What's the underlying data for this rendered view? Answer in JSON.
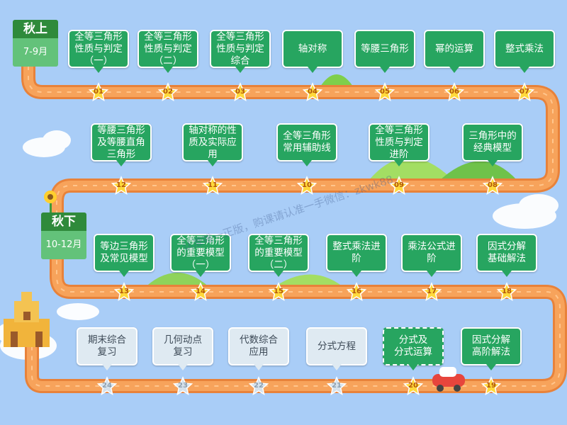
{
  "seasons": [
    {
      "title": "秋上",
      "months": "7-9月"
    },
    {
      "title": "秋下",
      "months": "10-12月"
    }
  ],
  "lessons": [
    {
      "num": "01",
      "lines": [
        "全等三角形",
        "性质与判定",
        "（一）"
      ],
      "status": "done"
    },
    {
      "num": "02",
      "lines": [
        "全等三角形",
        "性质与判定",
        "（二）"
      ],
      "status": "done"
    },
    {
      "num": "03",
      "lines": [
        "全等三角形",
        "性质与判定",
        "综合"
      ],
      "status": "done"
    },
    {
      "num": "04",
      "lines": [
        "轴对称"
      ],
      "status": "done"
    },
    {
      "num": "05",
      "lines": [
        "等腰三角形"
      ],
      "status": "done"
    },
    {
      "num": "06",
      "lines": [
        "幂的运算"
      ],
      "status": "done"
    },
    {
      "num": "07",
      "lines": [
        "整式乘法"
      ],
      "status": "done"
    },
    {
      "num": "08",
      "lines": [
        "三角形中的",
        "经典模型"
      ],
      "status": "done"
    },
    {
      "num": "09",
      "lines": [
        "全等三角形",
        "性质与判定",
        "进阶"
      ],
      "status": "done"
    },
    {
      "num": "10",
      "lines": [
        "全等三角形",
        "常用辅助线"
      ],
      "status": "done"
    },
    {
      "num": "11",
      "lines": [
        "轴对称的性",
        "质及实际应",
        "用"
      ],
      "status": "done"
    },
    {
      "num": "12",
      "lines": [
        "等腰三角形",
        "及等腰直角",
        "三角形"
      ],
      "status": "done"
    },
    {
      "num": "13",
      "lines": [
        "等边三角形",
        "及常见模型"
      ],
      "status": "done"
    },
    {
      "num": "14",
      "lines": [
        "全等三角形",
        "的重要模型",
        "（一）"
      ],
      "status": "done"
    },
    {
      "num": "15",
      "lines": [
        "全等三角形",
        "的重要模型",
        "（二）"
      ],
      "status": "done"
    },
    {
      "num": "16",
      "lines": [
        "整式乘法进",
        "阶"
      ],
      "status": "done"
    },
    {
      "num": "17",
      "lines": [
        "乘法公式进",
        "阶"
      ],
      "status": "done"
    },
    {
      "num": "18",
      "lines": [
        "因式分解",
        "基础解法"
      ],
      "status": "done"
    },
    {
      "num": "19",
      "lines": [
        "因式分解",
        "高阶解法"
      ],
      "status": "done"
    },
    {
      "num": "20",
      "lines": [
        "分式及",
        "分式运算"
      ],
      "status": "current"
    },
    {
      "num": "21",
      "lines": [
        "分式方程"
      ],
      "status": "todo"
    },
    {
      "num": "22",
      "lines": [
        "代数综合",
        "应用"
      ],
      "status": "todo"
    },
    {
      "num": "23",
      "lines": [
        "几何动点",
        "复习"
      ],
      "status": "todo"
    },
    {
      "num": "24",
      "lines": [
        "期末综合",
        "复习"
      ],
      "status": "todo"
    }
  ],
  "watermark": "认准唯一正版，购课请认准一手微信：zkwk88",
  "colors": {
    "sky": "#a9cdf7",
    "road": "#f7a35b",
    "road_edge": "#e8823a",
    "card_done": "#27a560",
    "card_todo": "#dfeaf2",
    "star": "#ffd93b",
    "star_todo": "#d6e2ec"
  }
}
